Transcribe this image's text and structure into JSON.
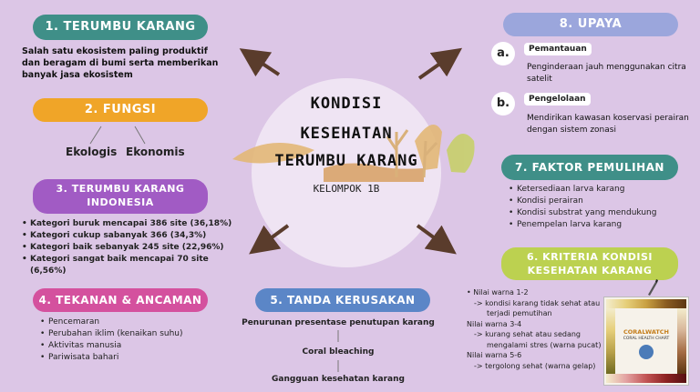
{
  "center": {
    "title_line1": "KONDISI",
    "title_line2": "KESEHATAN",
    "title_line3": "TERUMBU KARANG",
    "group": "KELOMPOK 1B"
  },
  "s1": {
    "title": "1. TERUMBU KARANG",
    "text": "Salah satu ekosistem paling produktif dan beragam di bumi serta memberikan banyak jasa ekosistem"
  },
  "s2": {
    "title": "2. FUNGSI",
    "left": "Ekologis",
    "right": "Ekonomis"
  },
  "s3": {
    "title_line1": "3. TERUMBU KARANG",
    "title_line2": "INDONESIA",
    "items": [
      "Kategori buruk mencapai 386 site (36,18%)",
      "Kategori cukup sabanyak 366 (34,3%)",
      "Kategori baik sebanyak 245 site (22,96%)",
      "Kategori sangat baik mencapai 70 site (6,56%)"
    ]
  },
  "s4": {
    "title": "4. TEKANAN & ANCAMAN",
    "items": [
      "Pencemaran",
      "Perubahan iklim (kenaikan suhu)",
      "Aktivitas manusia",
      "Pariwisata bahari"
    ]
  },
  "s5": {
    "title": "5. TANDA KERUSAKAN",
    "step1": "Penurunan presentase penutupan karang",
    "step2": "Coral bleaching",
    "step3": "Gangguan kesehatan karang"
  },
  "s6": {
    "title_line1": "6. KRITERIA KONDISI",
    "title_line2": "KESEHATAN KARANG",
    "items": [
      "Nilai warna 1-2",
      "-> kondisi karang tidak sehat atau",
      "terjadi pemutihan",
      "Nilai warna 3-4",
      "-> kurang sehat atau sedang",
      "mengalami stres (warna pucat)",
      "Nilai warna 5-6",
      "-> tergolong sehat (warna gelap)"
    ],
    "chart_brand": "CORALWATCH",
    "chart_sub": "CORAL HEALTH CHART"
  },
  "s7": {
    "title": "7. FAKTOR PEMULIHAN",
    "items": [
      "Ketersediaan larva karang",
      "Kondisi perairan",
      "Kondisi substrat yang mendukung",
      "Penempelan larva karang"
    ]
  },
  "s8": {
    "title": "8. UPAYA",
    "a": {
      "letter": "a.",
      "tag": "Pemantauan",
      "text": "Penginderaan jauh menggunakan citra satelit"
    },
    "b": {
      "letter": "b.",
      "tag": "Pengelolaan",
      "text": "Mendirikan kawasan koservasi perairan dengan sistem zonasi"
    }
  },
  "colors": {
    "teal": "#3f8f88",
    "orange": "#f0a528",
    "purple": "#a15bc4",
    "pink": "#d4519e",
    "blue": "#5b86c7",
    "lime": "#bcd150",
    "lavender": "#9ba6dc"
  }
}
